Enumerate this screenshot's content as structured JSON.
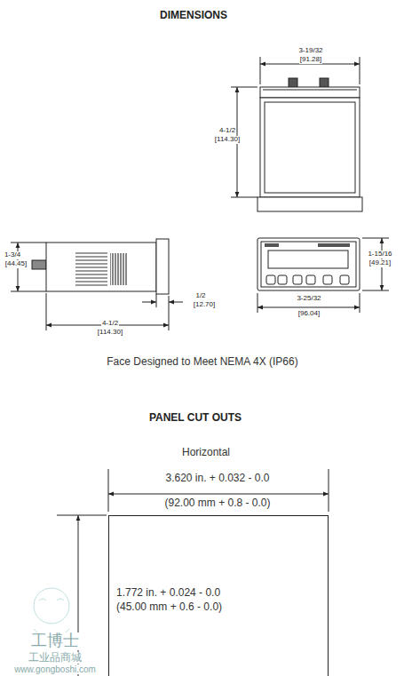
{
  "diagram": {
    "title": "DIMENSIONS",
    "nodes": [
      {
        "text": [
          "1.772 in. + 0.024 - 0.0",
          "(45.00 mm + 0.6 - 0.0)"
        ]
      }
    ],
    "edges": [],
    "labels": [
      "3-19/32",
      "[91.28]",
      "4-1/2",
      "[114.30]",
      "1-3/4",
      "[44.45]",
      "4-1/2",
      "[114.30]",
      "1/2",
      "[12.70]",
      "1-15/16",
      "[49.21]",
      "3-25/32",
      "[96.04]",
      "Face Designed to Meet NEMA 4X (IP66)",
      "PANEL CUT OUTS",
      "Horizontal",
      "3.620 in. + 0.032 - 0.0",
      "(92.00 mm + 0.8 - 0.0)",
      "工博士",
      "工业品商城",
      "www.gongboshi.com"
    ]
  }
}
